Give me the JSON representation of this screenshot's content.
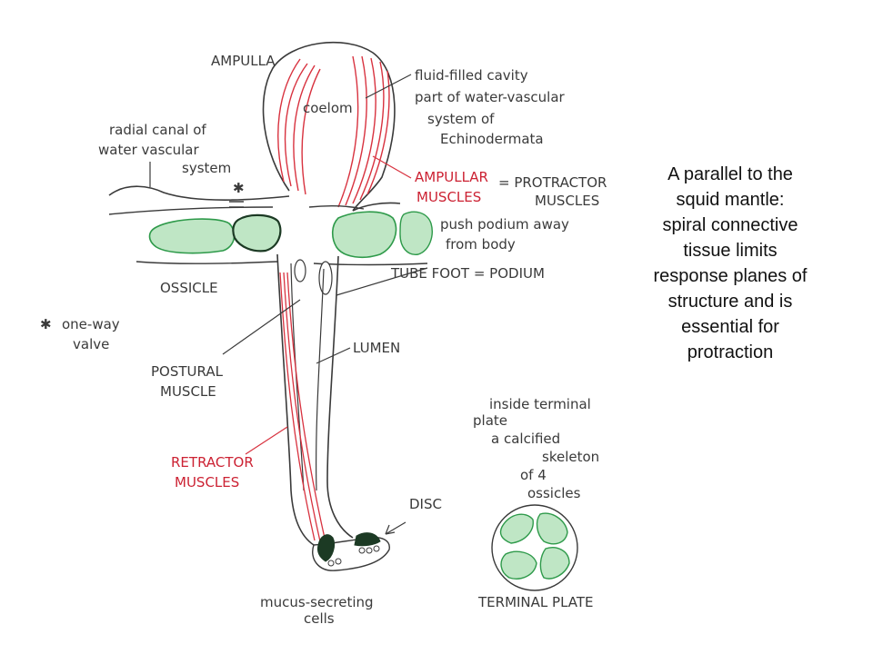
{
  "caption": {
    "lines": [
      "A parallel to the",
      "squid mantle:",
      "spiral connective",
      "tissue limits",
      "response planes of",
      "structure and is",
      "essential for",
      "protraction"
    ]
  },
  "labels": {
    "ampulla": "AMPULLA",
    "coelom": "coelom",
    "fluid_cavity": [
      "fluid-filled cavity",
      "part of water-vascular",
      "system of",
      "Echinodermata"
    ],
    "radial_canal": [
      "radial canal of",
      "water vascular",
      "system"
    ],
    "ampullar_muscles": [
      "AMPULLAR",
      "MUSCLES"
    ],
    "protractor": [
      "= PROTRACTOR",
      "MUSCLES"
    ],
    "push_podium": [
      "push podium away",
      "from body"
    ],
    "ossicle": "OSSICLE",
    "tube_foot": "TUBE FOOT = PODIUM",
    "one_way_valve": [
      "one-way",
      "valve"
    ],
    "postural_muscle": [
      "POSTURAL",
      "MUSCLE"
    ],
    "lumen": "LUMEN",
    "retractor_muscles": [
      "RETRACTOR",
      "MUSCLES"
    ],
    "disc": "DISC",
    "inside_terminal": [
      "inside terminal",
      "plate",
      "a calcified",
      "skeleton",
      "of 4",
      "ossicles"
    ],
    "mucus_cells": [
      "mucus-secreting",
      "cells"
    ],
    "terminal_plate": "TERMINAL PLATE",
    "valve_symbol": "✱"
  },
  "colors": {
    "outline": "#3a3a3a",
    "muscle_red": "#d8323f",
    "ossicle_green": "#2e9a4a",
    "ossicle_fill": "#bfe6c5",
    "disc_dark": "#1c3a24"
  }
}
